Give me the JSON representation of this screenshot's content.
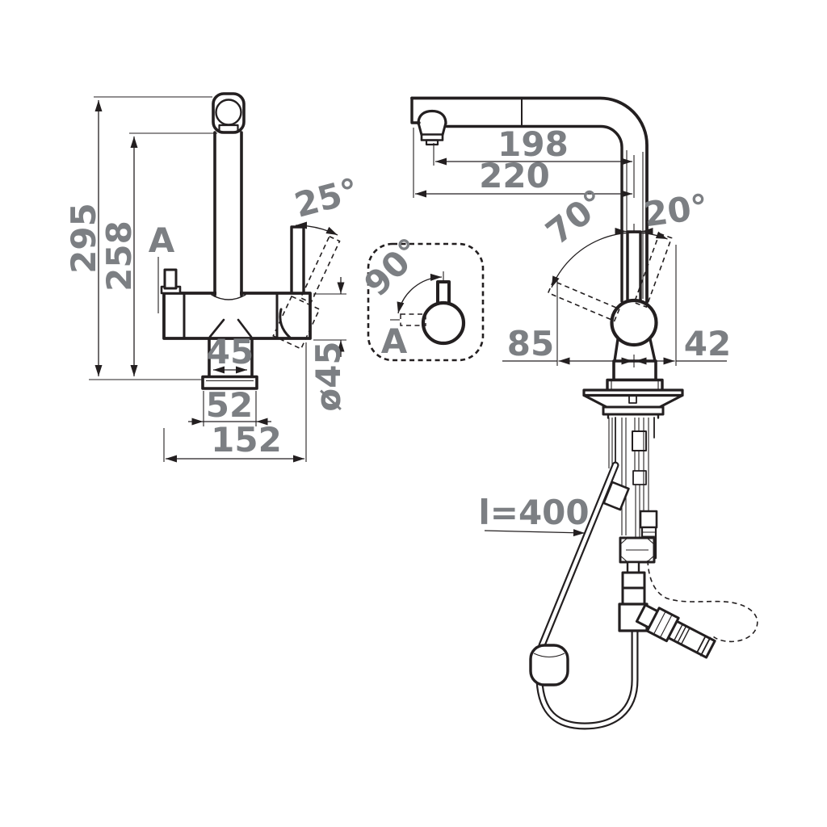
{
  "drawing": {
    "front_view": {
      "total_height": "295",
      "spout_height": "258",
      "section_label": "A",
      "handle_angle": "25°",
      "outlet_width": "45",
      "base_width": "52",
      "overall_width": "152",
      "body_diameter": "ø45"
    },
    "detail_view": {
      "rotation_angle": "90°",
      "section_label": "A"
    },
    "side_view": {
      "spout_reach": "198",
      "spout_overall_reach": "220",
      "handle_back_angle": "70°",
      "handle_forward_angle": "20°",
      "back_offset": "85",
      "forward_offset": "42",
      "hose_length": "l=400"
    }
  },
  "colors": {
    "line": "#231f20",
    "dimension_text": "#7c7f83",
    "background": "#ffffff"
  }
}
